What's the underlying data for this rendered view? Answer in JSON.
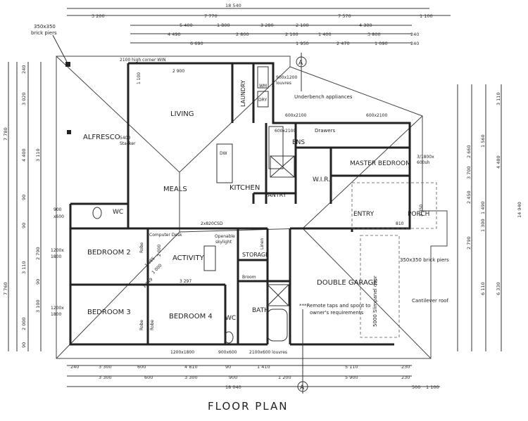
{
  "title": "FLOOR PLAN",
  "rooms": {
    "alfresco": "ALFRESCO",
    "living": "LIVING",
    "laundry": "LAUNDRY",
    "meals": "MEALS",
    "kitchen": "KITCHEN",
    "ens": "ENS",
    "wir": "W.I.R.",
    "master_bedroom": "MASTER BEDROOM",
    "pantry": "PANTRY",
    "wc_upper": "WC",
    "entry": "ENTRY",
    "porch": "PORCH",
    "bedroom2": "BEDROOM 2",
    "activity": "ACTIVITY",
    "storage": "STORAGE",
    "bedroom3": "BEDROOM 3",
    "bedroom4": "BEDROOM 4",
    "wc_lower": "WC",
    "bath": "BATH",
    "double_garage": "DOUBLE GARAGE",
    "broom": "Broom",
    "linen": "Linen",
    "robe": "Robe",
    "wm": "WM",
    "dry": "DRY",
    "dw": "DW",
    "drawers": "Drawers"
  },
  "notes": {
    "brick_piers_top": "350x350",
    "brick_piers_top2": "brick piers",
    "high_corner_window": "2100 high corner WIN",
    "louvres_top": "900x1200",
    "louvres_top2": "louvres",
    "underbench": "Underbench appliances",
    "stacker": "5400",
    "stacker2": "Stacker",
    "computer_desk": "Computer Desk",
    "skylight": "2x820CSD",
    "skylight2": "Openable",
    "skylight3": "skylight",
    "brick_piers_right": "350x350 brick piers",
    "cantilever": "Cantilever roof",
    "sliding_door": "5000 Slimpanel door",
    "remote": "***Remote taps and spout to",
    "remote2": "owner's requirements",
    "win_1200_1800": "1200x1800",
    "win_900_600": "900x600",
    "win_2100_600": "2100x600 louvres",
    "win_600_2100": "600x2100",
    "win_3_1800": "3/1800x",
    "win_3_1800b": "600sh",
    "wall_left_1200a": "1200x",
    "wall_left_1200b": "1800",
    "wall_left_1200c": "1200x",
    "wall_left_1200d": "1800",
    "wall_left_900a": "900",
    "wall_left_900b": "x600",
    "d_3297": "3 297",
    "d_1049": "1 049",
    "d_1000": "1 000",
    "d_1085": "1 085",
    "d_2000": "2 000",
    "d_2900": "2 900",
    "d_1100": "1 100",
    "d_810": "810",
    "d_2450": "2 450",
    "section_mark": "A"
  },
  "dims_top": {
    "overall": "18 540",
    "r1": [
      "3 200",
      "7 770",
      "7 570",
      "1 100"
    ],
    "r2": [
      "5 400",
      "1 800",
      "3 280",
      "2 100",
      "4 300"
    ],
    "r3": [
      "4 490",
      "2 800",
      "2 100",
      "1 400",
      "3 800",
      "240"
    ],
    "r4": [
      "6 690",
      "1 950",
      "2 470",
      "1 090",
      "240"
    ]
  },
  "dims_bottom": {
    "r1": [
      "240",
      "3 300",
      "600",
      "4 810",
      "90",
      "1 410",
      "5 110",
      "230"
    ],
    "r2": [
      "3 300",
      "600",
      "3 300",
      "900",
      "1 200",
      "5 900",
      "230"
    ],
    "overall": "18 040",
    "right": "500",
    "right2": "1 100"
  },
  "dims_left": {
    "overall_top": "7 780",
    "overall_bottom": "7 760",
    "a": [
      "3 020",
      "240",
      "3 110",
      "90",
      "4 400"
    ],
    "b": [
      "3 110",
      "90",
      "2 790",
      "90",
      "3 100",
      "2 000",
      "90"
    ]
  },
  "dims_right": {
    "overall": "14 940",
    "a": [
      "3 110",
      "2 660",
      "4 480",
      "1 560",
      "3 700"
    ],
    "b": [
      "2 790",
      "6 110",
      "6 330",
      "1 300",
      "1 490",
      "2 450"
    ]
  }
}
